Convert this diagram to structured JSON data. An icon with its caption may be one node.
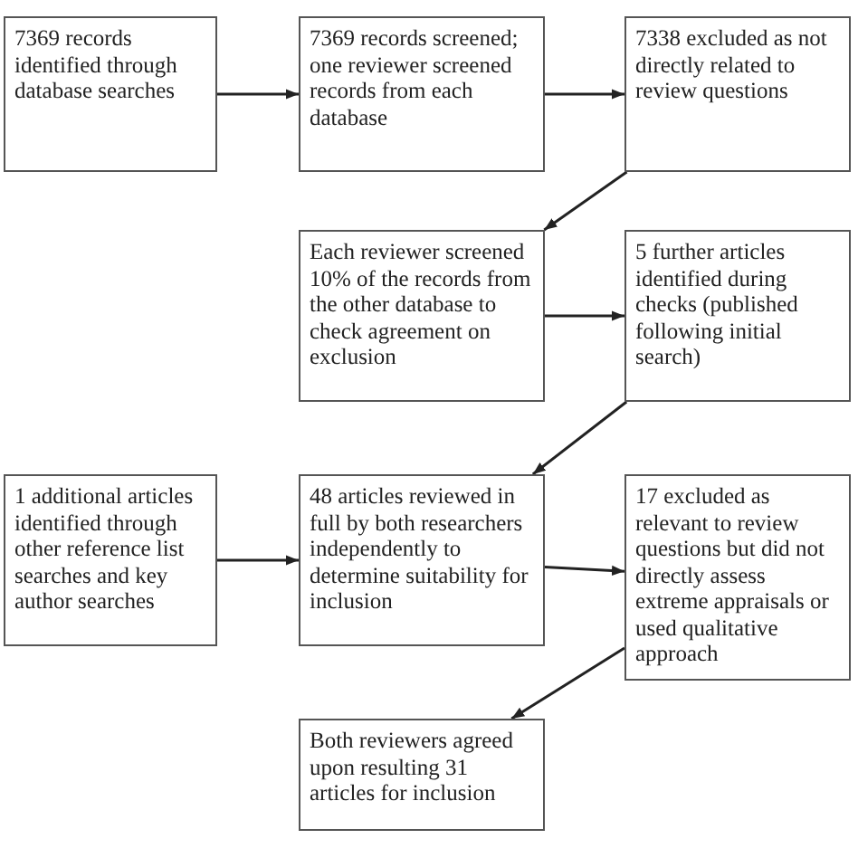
{
  "diagram": {
    "nodes": [
      {
        "text": [
          "7369 records identified through database searches"
        ]
      },
      {
        "text": [
          "7369 records screened; one reviewer screened records from each database"
        ]
      },
      {
        "text": [
          "7338 excluded as not directly related to review questions"
        ]
      },
      {
        "text": [
          "Each reviewer screened 10% of the records from the other database to check agreement on exclusion"
        ]
      },
      {
        "text": [
          "5 further articles identified during checks (published following initial search)"
        ]
      },
      {
        "text": [
          "1 additional articles identified through other reference list searches and key author searches"
        ]
      },
      {
        "text": [
          "48 articles reviewed in full by both researchers independently to determine suitability for inclusion"
        ]
      },
      {
        "text": [
          "17 excluded as relevant to review questions but did not directly assess extreme appraisals or used qualitative approach"
        ]
      },
      {
        "text": [
          "Both reviewers agreed upon resulting 31 articles for inclusion"
        ]
      }
    ],
    "edges": [
      {
        "from": 0,
        "to": 1,
        "arrow": "to"
      },
      {
        "from": 1,
        "to": 2,
        "arrow": "to"
      },
      {
        "from": 2,
        "to": 3,
        "arrow": "to"
      },
      {
        "from": 3,
        "to": 4,
        "arrow": "to"
      },
      {
        "from": 4,
        "to": 6,
        "arrow": "to"
      },
      {
        "from": 5,
        "to": 6,
        "arrow": "to"
      },
      {
        "from": 6,
        "to": 7,
        "arrow": "to"
      },
      {
        "from": 7,
        "to": 8,
        "arrow": "to"
      }
    ]
  }
}
